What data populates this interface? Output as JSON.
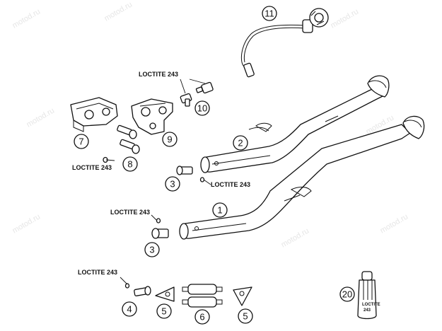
{
  "watermark": "motod.ru",
  "callouts": {
    "c1": "1",
    "c2": "2",
    "c3a": "3",
    "c3b": "3",
    "c4": "4",
    "c5a": "5",
    "c5b": "5",
    "c6": "6",
    "c7": "7",
    "c8": "8",
    "c9": "9",
    "c10": "10",
    "c11": "11",
    "c20": "20"
  },
  "notes": {
    "n10": "LOCTITE 243",
    "n8": "LOCTITE 243",
    "n3a": "LOCTITE 243",
    "n3b": "LOCTITE 243",
    "n4": "LOCTITE 243"
  },
  "tube_label": {
    "line1": "LOCTITE",
    "line2": "243"
  }
}
